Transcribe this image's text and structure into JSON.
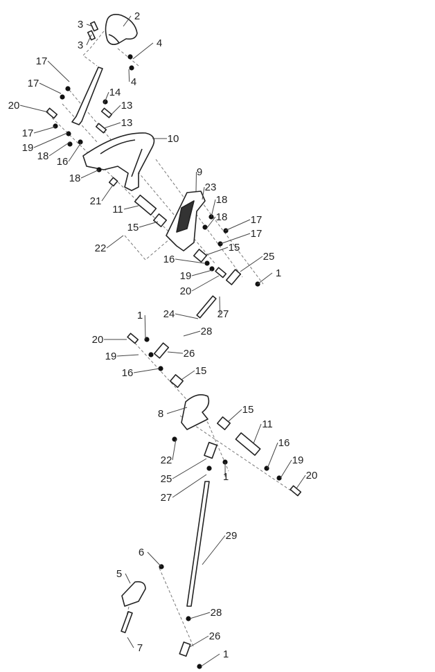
{
  "diagram": {
    "type": "exploded-parts-diagram",
    "callouts": [
      "3",
      "3",
      "2",
      "4",
      "4",
      "17",
      "17",
      "14",
      "13",
      "13",
      "20",
      "17",
      "19",
      "18",
      "16",
      "10",
      "18",
      "21",
      "9",
      "23",
      "18",
      "11",
      "18",
      "17",
      "15",
      "17",
      "22",
      "15",
      "16",
      "25",
      "19",
      "1",
      "20",
      "27",
      "24",
      "1",
      "28",
      "20",
      "19",
      "26",
      "16",
      "15",
      "8",
      "15",
      "11",
      "16",
      "22",
      "19",
      "25",
      "1",
      "20",
      "27",
      "29",
      "6",
      "5",
      "28",
      "7",
      "26",
      "1"
    ]
  }
}
